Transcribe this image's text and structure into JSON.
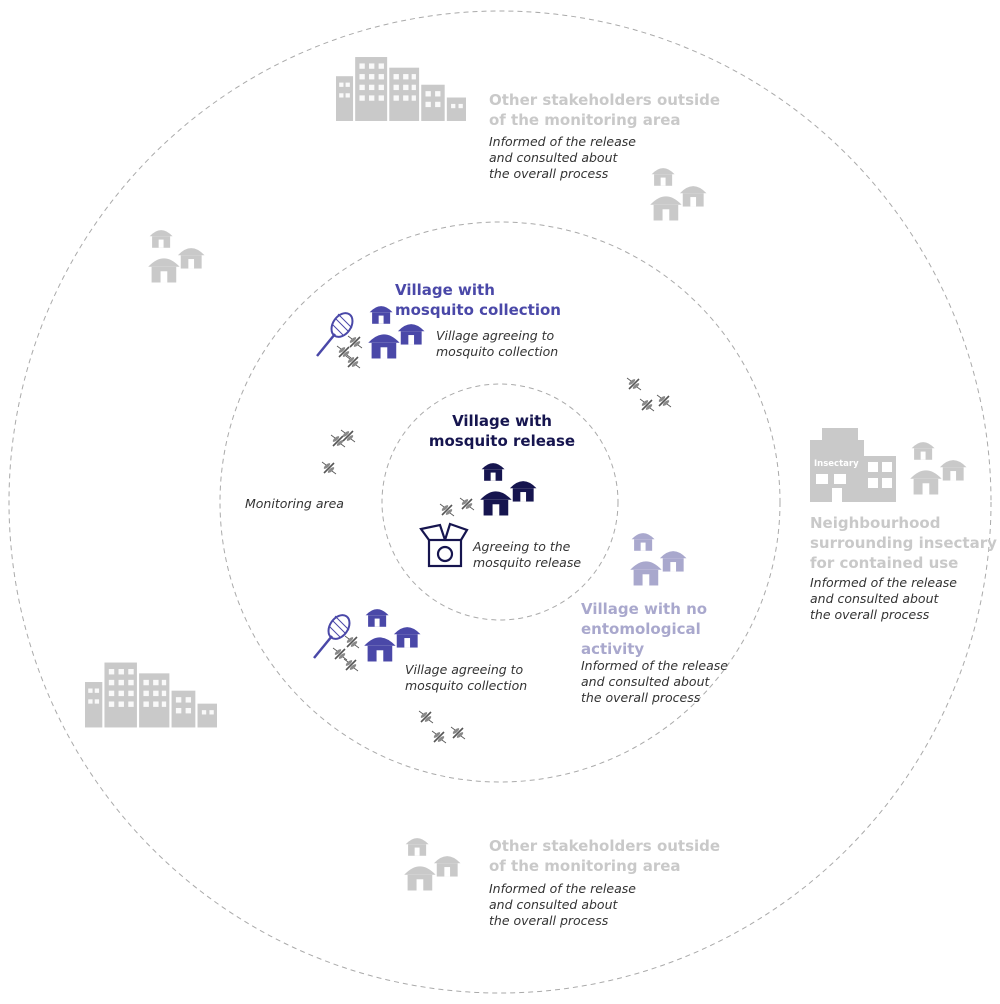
{
  "colors": {
    "core": "#16154f",
    "collection": "#4a48a8",
    "no_activity": "#a9a8cd",
    "outside": "#c9c9c9",
    "text": "#333333",
    "ring": "#aaaaaa"
  },
  "center": {
    "title": "Village with\nmosquito release",
    "desc": "Agreeing to the\nmosquito release"
  },
  "monitoring": {
    "label": "Monitoring area",
    "collection_village_1": {
      "title": "Village with\nmosquito collection",
      "desc": "Village agreeing to\nmosquito collection"
    },
    "collection_village_2": {
      "desc": "Village agreeing to\nmosquito collection"
    },
    "no_activity_village": {
      "title": "Village with no\nentomological\nactivity",
      "desc": "Informed of the release\nand consulted about\nthe overall process"
    }
  },
  "outer": {
    "stakeholders_top": {
      "title": "Other stakeholders outside\nof the monitoring area",
      "desc": "Informed of the release\nand consulted about\nthe overall process"
    },
    "neighbourhood": {
      "building_label": "Insectary",
      "title": "Neighbourhood\nsurrounding insectary\nfor contained use",
      "desc": "Informed of the release\nand consulted about\nthe overall process"
    },
    "stakeholders_bottom": {
      "title": "Other stakeholders outside\nof the monitoring area",
      "desc": "Informed of the release\nand consulted about\nthe overall process"
    }
  },
  "icons": {
    "hut": "hut-icon",
    "net": "butterfly-net-icon",
    "mosquito": "mosquito-icon",
    "box": "release-box-icon",
    "building": "office-building-icon"
  }
}
